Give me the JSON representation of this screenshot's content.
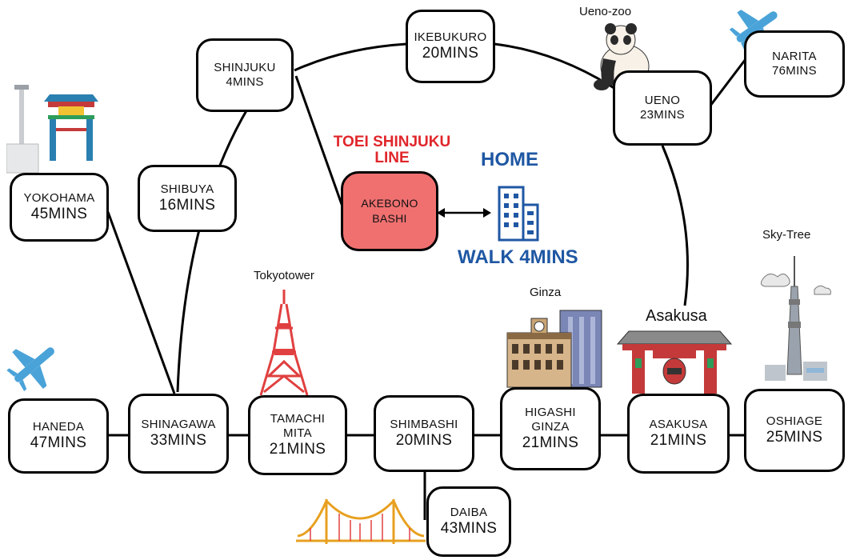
{
  "line_name": [
    "TOEI SHINJUKU",
    "LINE"
  ],
  "home": {
    "label": "HOME",
    "walk": "WALK 4MINS"
  },
  "stations": {
    "shinjuku": {
      "name": "SHINJUKU",
      "time": "4MINS"
    },
    "ikebukuro": {
      "name": "IKEBUKURO",
      "time": "20MINS"
    },
    "ueno": {
      "name": "UENO",
      "time": "23MINS"
    },
    "narita": {
      "name": "NARITA",
      "time": "76MINS"
    },
    "shibuya": {
      "name": "SHIBUYA",
      "time": "16MINS"
    },
    "yokohama": {
      "name": "YOKOHAMA",
      "time": "45MINS"
    },
    "akebonobashi": {
      "name": [
        "AKEBONO",
        "BASHI"
      ]
    },
    "haneda": {
      "name": "HANEDA",
      "time": "47MINS"
    },
    "shinagawa": {
      "name": "SHINAGAWA",
      "time": "33MINS"
    },
    "tamachi": {
      "name": [
        "TAMACHI",
        "MITA"
      ],
      "time": "21MINS"
    },
    "shimbashi": {
      "name": "SHIMBASHI",
      "time": "20MINS"
    },
    "higashiginza": {
      "name": [
        "HIGASHI",
        "GINZA"
      ],
      "time": "21MINS"
    },
    "asakusa": {
      "name": "ASAKUSA",
      "time": "21MINS"
    },
    "oshiage": {
      "name": "OSHIAGE",
      "time": "25MINS"
    },
    "daiba": {
      "name": "DAIBA",
      "time": "43MINS"
    }
  },
  "landmarks": {
    "ueno_zoo": "Ueno-zoo",
    "sky_tree": "Sky-Tree",
    "tokyo_tower": "Tokyotower",
    "ginza": "Ginza",
    "asakusa": "Asakusa"
  },
  "colors": {
    "line_red": "#e0262b",
    "home_blue": "#1f57a3",
    "station_fill": "#f07070",
    "plane_blue": "#4aa3d8"
  }
}
